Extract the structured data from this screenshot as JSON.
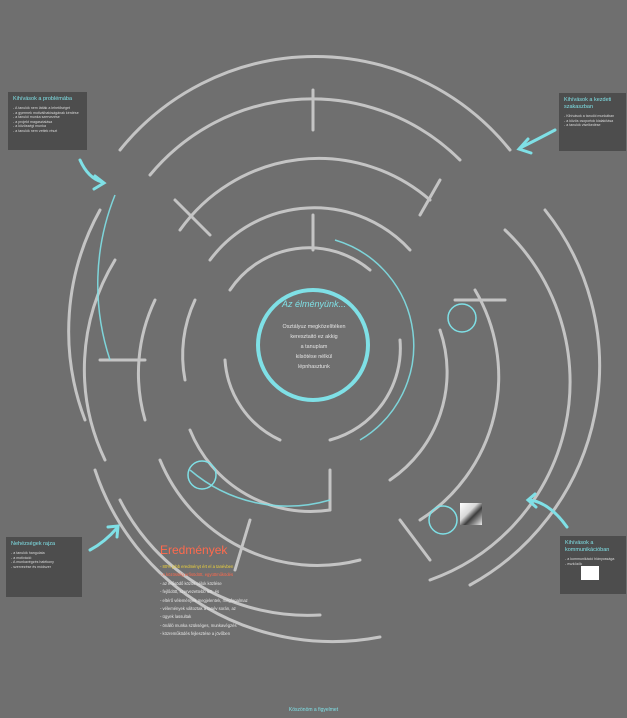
{
  "center": {
    "title": "Az élményünk...",
    "lines": [
      "Osztályuz megközelítéken",
      "keresztaitó ez akkig",
      "a tanuplam",
      "kilsötése nélkül",
      "lépnhasztunk"
    ]
  },
  "notes": {
    "top_left": {
      "title": "Kihívások a problémába",
      "lines": [
        "- A tanulók nem látták a lehetőséget",
        "- a gyermek motiválhatóságának kérdése",
        "- a tanulói munka szervezése",
        "- a projekt magasztalása",
        "- a közösségi munka",
        "- a tanulók nem vettek részt"
      ]
    },
    "top_right": {
      "title": "Kihívások a kezdeti szakaszban",
      "lines": [
        "- Kihívások a tanulói munkában",
        "- a közös csoportok kialakítása",
        "- a tanulók viselkedése"
      ]
    },
    "bottom_left": {
      "title": "Nehézségek rajza",
      "lines": [
        "- a tanulók hangulata",
        "- a motiváció",
        "- A munkavégzés hatékony",
        "- szervezése és módszer"
      ]
    },
    "bottom_right": {
      "title": "Kihívások a kommunikációban",
      "lines": [
        "- a kommunikáció hiányossága",
        "- eszközök"
      ]
    }
  },
  "results": {
    "title": "Eredmények",
    "lines": [
      {
        "text": "- 80% jobb eredményt ért el a tanévben",
        "tone": "yellow"
      },
      {
        "text": "- A közösség erősödött, együttműködés",
        "tone": "orange"
      },
      {
        "text": "- az erősödő közös célok közlése",
        "tone": "plain"
      },
      {
        "text": "  - fejlődött, szervezettebb lett, és",
        "tone": "plain"
      },
      {
        "text": "  - eltérő vélemények megjelentek, megfogalmaz",
        "tone": "plain"
      },
      {
        "text": "  - vélemények változtak a tanév során, az",
        "tone": "plain"
      },
      {
        "text": "  - ügyek lassultak",
        "tone": "plain"
      },
      {
        "text": "- önálló munka szükséges, munkavégzés",
        "tone": "plain"
      },
      {
        "text": "  - közreműködés fejlesztése a jövőben",
        "tone": "plain"
      }
    ]
  },
  "footer": "Köszönöm a figyelmet",
  "colors": {
    "background": "#6f6f6f",
    "path": "#c4c4c4",
    "accent": "#7fe0e6",
    "note_bg": "#4d4d4d",
    "highlight": "#ff6a4d",
    "yellow": "#f0d43a"
  }
}
